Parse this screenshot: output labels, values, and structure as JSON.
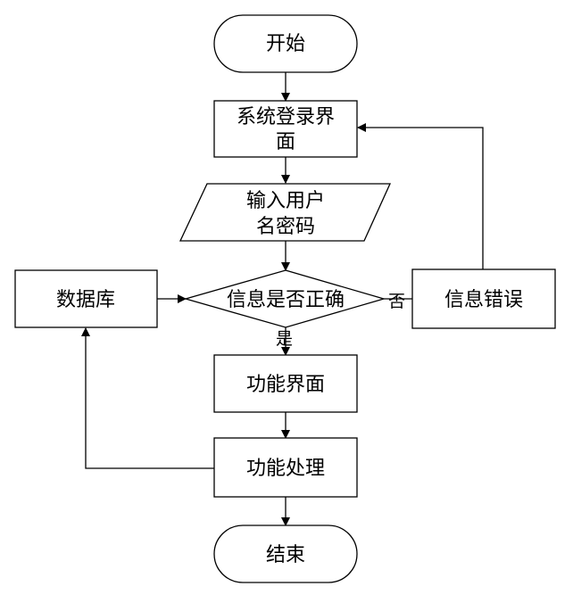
{
  "diagram": {
    "type": "flowchart",
    "nodes": {
      "start": {
        "label": "开始"
      },
      "login_screen": {
        "label_line1": "系统登录界",
        "label_line2": "面"
      },
      "input_credentials": {
        "label_line1": "输入用户",
        "label_line2": "名密码"
      },
      "decision": {
        "label": "信息是否正确"
      },
      "database": {
        "label": "数据库"
      },
      "error": {
        "label": "信息错误"
      },
      "function_screen": {
        "label": "功能界面"
      },
      "function_process": {
        "label": "功能处理"
      },
      "end": {
        "label": "结束"
      }
    },
    "edge_labels": {
      "no": "否",
      "yes": "是"
    }
  }
}
